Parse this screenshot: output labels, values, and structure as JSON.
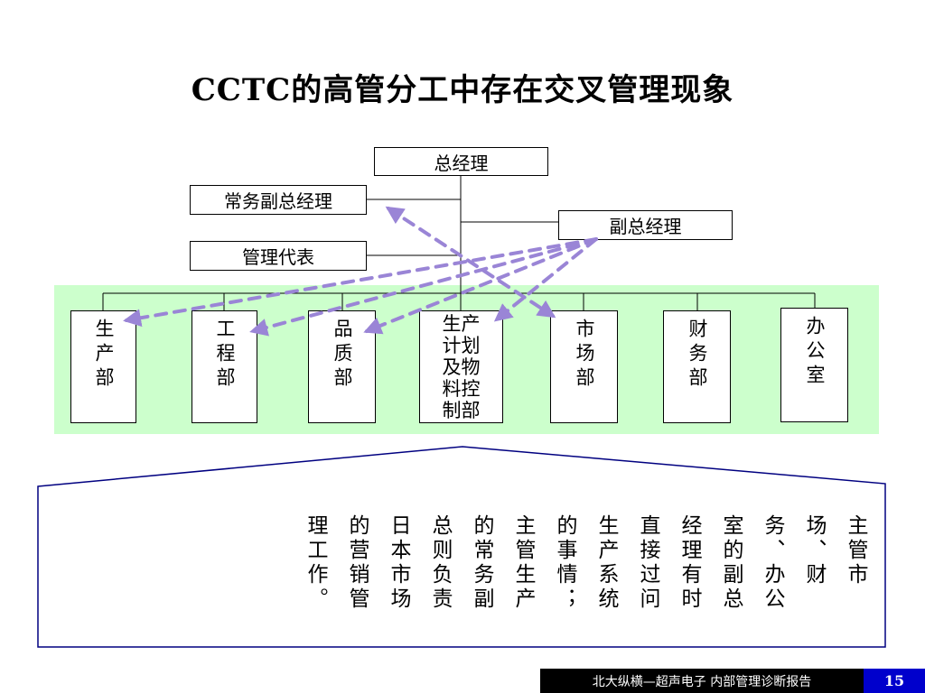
{
  "title": "CCTC的高管分工中存在交叉管理现象",
  "executives": {
    "general_manager": "总经理",
    "executive_vp": "常务副总经理",
    "management_rep": "管理代表",
    "vice_gm": "副总经理"
  },
  "departments": [
    "生产部",
    "工程部",
    "品质部",
    "生产计划及物料控制部",
    "市场部",
    "财务部",
    "办公室"
  ],
  "note": "主管市场、财务、办公室的副总经理有时直接过问生产系统的事情；主管生产的常务副总则负责日本市场的营销管理工作。",
  "footer": {
    "text": "北大纵横—超声电子  内部管理诊断报告",
    "page": "15"
  },
  "colors": {
    "band": "#ccffcc",
    "arrow": "#9a85d6",
    "callout_border": "#000080",
    "page_badge": "#0000cc"
  }
}
